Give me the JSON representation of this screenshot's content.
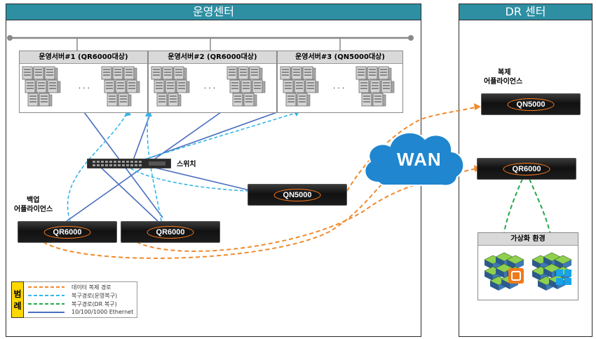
{
  "regions": {
    "operation_center": "운영센터",
    "dr_center": "DR 센터"
  },
  "server_groups": [
    {
      "title": "운영서버#1 (QR6000대상)"
    },
    {
      "title": "운영서버#2 (QR6000대상)"
    },
    {
      "title": "운영서버#3 (QN5000대상)"
    }
  ],
  "ellipsis": ". . .",
  "switch_label": "스위치",
  "backup_label_line1": "백업",
  "backup_label_line2": "어플라이언스",
  "replica_label_line1": "복제",
  "replica_label_line2": "어플라이언스",
  "appliances": {
    "backup_qr6000_a": "QR6000",
    "backup_qr6000_b": "QR6000",
    "ops_qn5000": "QN5000",
    "dr_qn5000": "QN5000",
    "dr_qr6000": "QR6000"
  },
  "wan_label": "WAN",
  "virtual_env": {
    "title": "가상화 환경"
  },
  "legend": {
    "tag": [
      "범",
      "례"
    ],
    "items": [
      {
        "label": "데이터 복제 경로",
        "color": "#f08a2c",
        "style": "dashed"
      },
      {
        "label": "복구경로(운영복구)",
        "color": "#35b6e8",
        "style": "dashed"
      },
      {
        "label": "복구경로(DR 복구)",
        "color": "#22a84a",
        "style": "dashed"
      },
      {
        "label": "10/100/1000 Ethernet",
        "color": "#4a6fbf",
        "style": "solid"
      }
    ]
  },
  "colors": {
    "region_header": "#2e8fa3",
    "ethernet": "#4a6fbf",
    "replication": "#f08a2c",
    "ops_recovery": "#35b6e8",
    "dr_recovery": "#22a84a",
    "wan_cloud": "#1f86cf"
  }
}
